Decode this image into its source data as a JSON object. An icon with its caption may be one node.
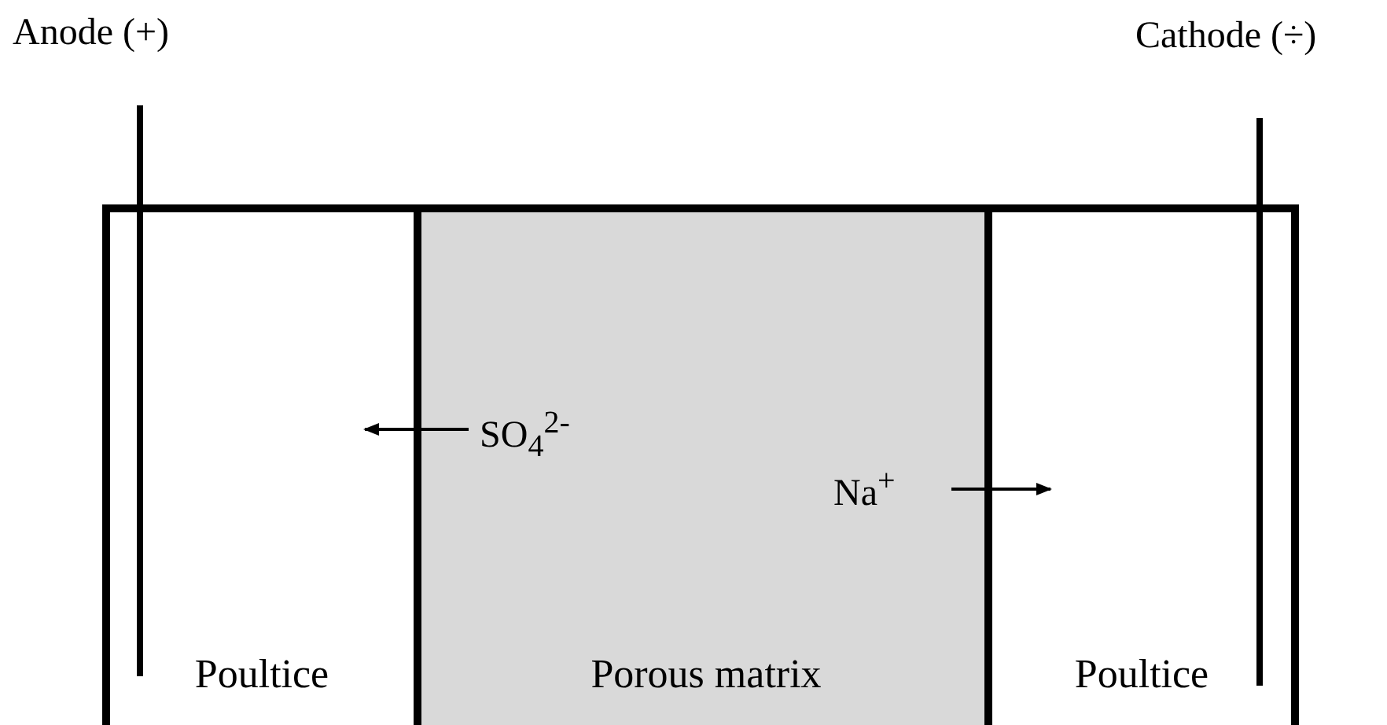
{
  "diagram": {
    "nodes": [
      {
        "text": [
          "Poultice"
        ]
      },
      {
        "text": [
          "Porous matrix"
        ]
      },
      {
        "text": [
          "Poultice"
        ]
      }
    ],
    "edges": [
      {
        "from": 1,
        "to": 0,
        "arrow": "to",
        "label": "SO$_{4}$$^{2-}$"
      },
      {
        "from": 1,
        "to": 2,
        "arrow": "to",
        "label": "Na$^{+}$"
      }
    ],
    "labels": [
      "Anode (+)",
      "Cathode (÷)"
    ]
  }
}
